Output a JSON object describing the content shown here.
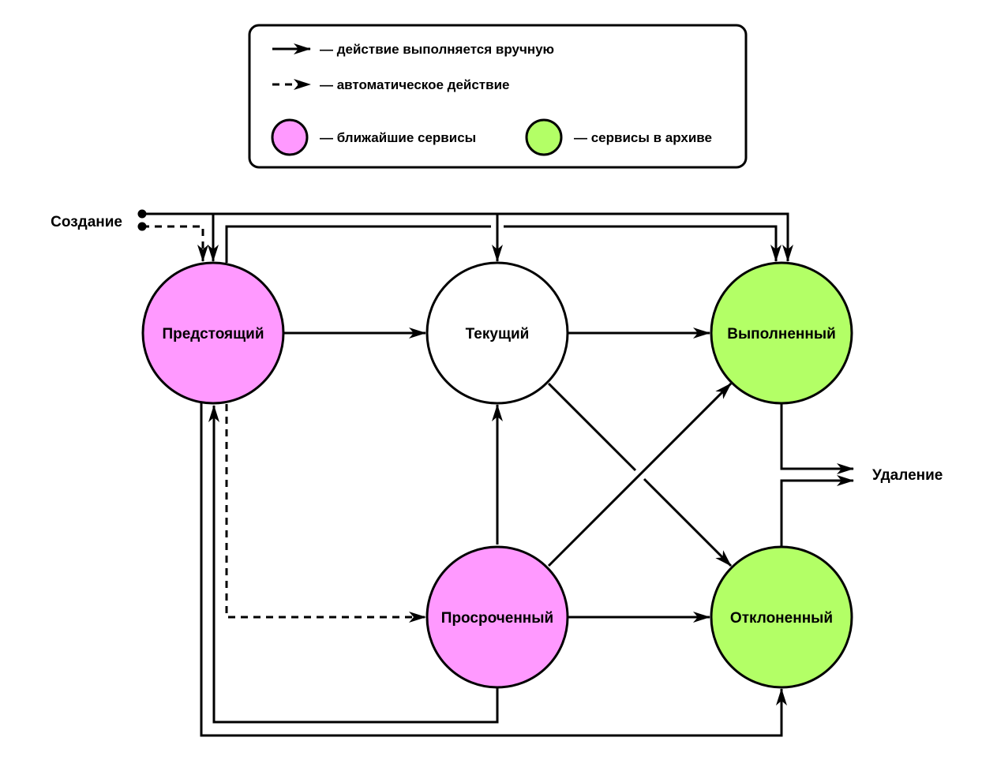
{
  "colors": {
    "upcoming": "#ff99ff",
    "archive": "#b3ff66",
    "neutral": "#ffffff",
    "stroke": "#000000"
  },
  "legend": {
    "manual": "— действие выполняется вручную",
    "auto": "— автоматическое действие",
    "upcoming": "— ближайшие сервисы",
    "archive": "— сервисы в архиве"
  },
  "nodes": {
    "pending": "Предстоящий",
    "current": "Текущий",
    "completed": "Выполненный",
    "overdue": "Просроченный",
    "rejected": "Отклоненный"
  },
  "labels": {
    "creation": "Создание",
    "deletion": "Удаление"
  }
}
